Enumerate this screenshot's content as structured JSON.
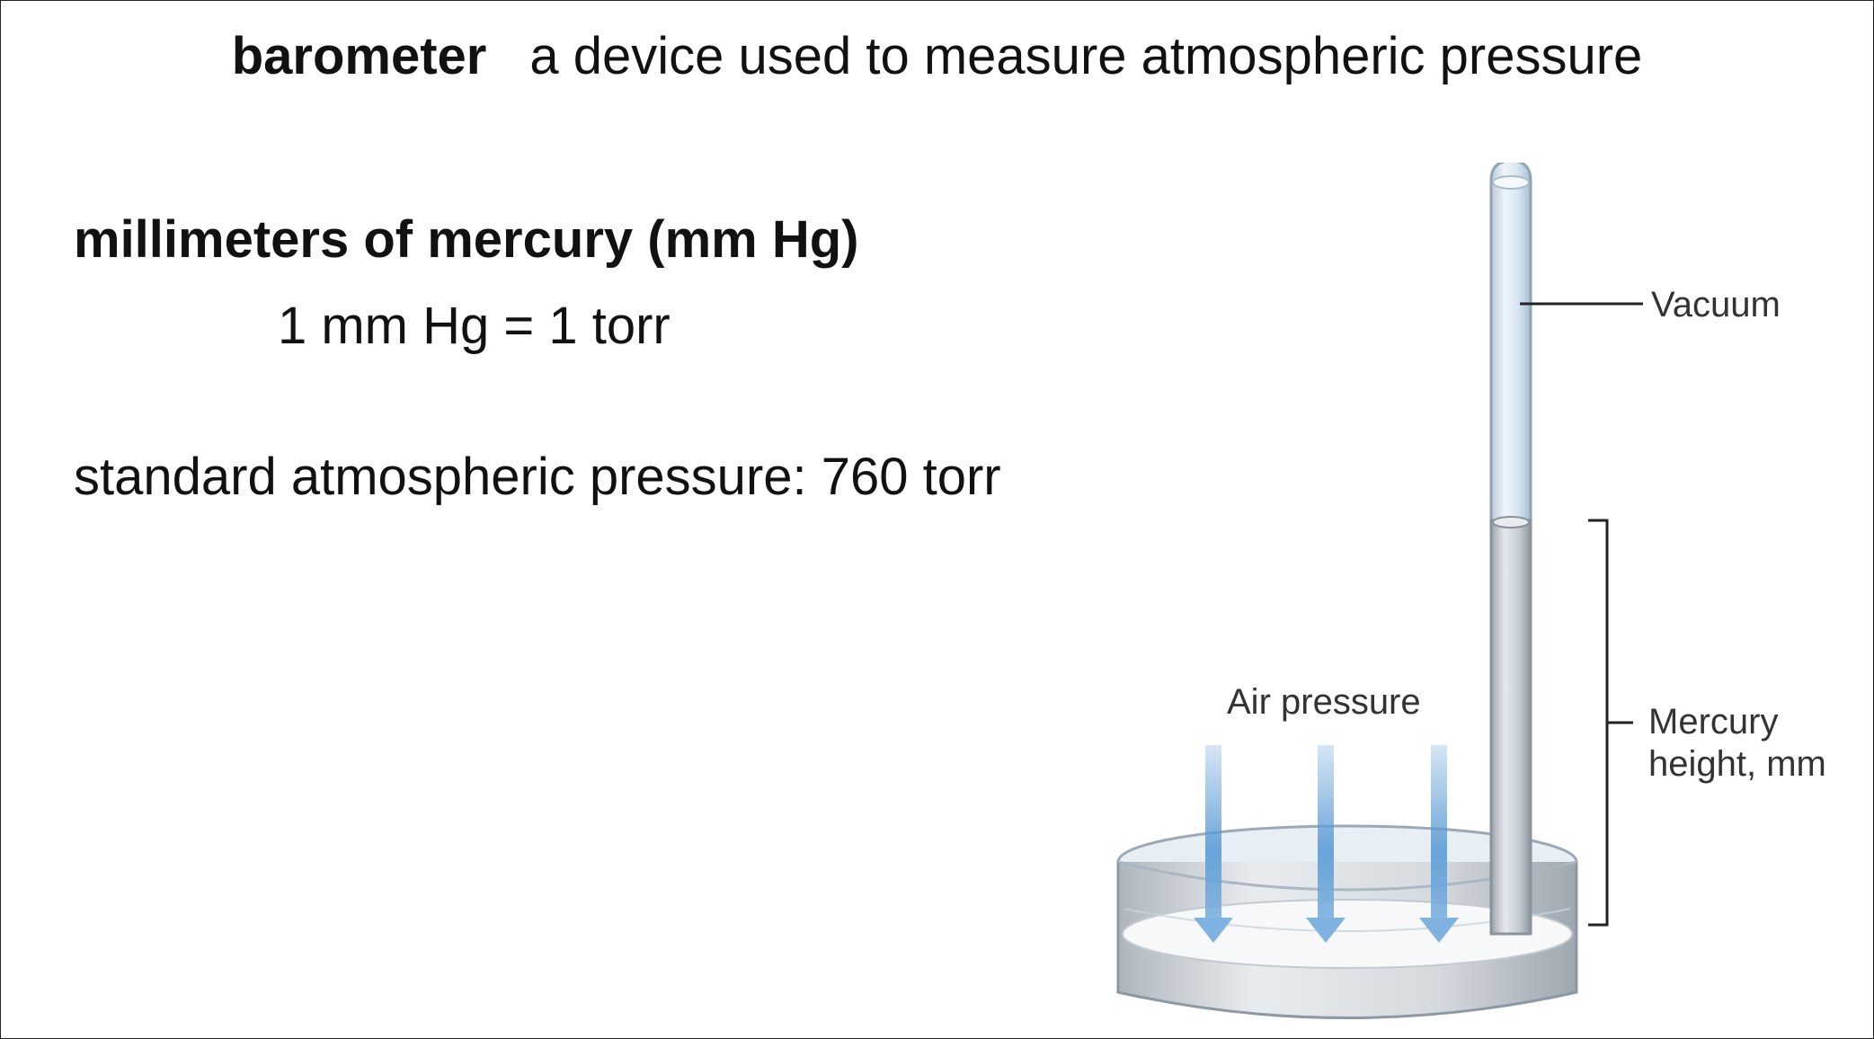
{
  "header": {
    "term": "barometer",
    "definition": "a device used to measure atmospheric pressure"
  },
  "content": {
    "unit_heading": "millimeters of mercury (mm Hg)",
    "equivalence": "1 mm Hg = 1 torr",
    "standard_pressure": "standard atmospheric pressure:  760 torr"
  },
  "diagram": {
    "labels": {
      "vacuum": "Vacuum",
      "air_pressure": "Air pressure",
      "mercury_height_line1": "Mercury",
      "mercury_height_line2": "height, mm"
    },
    "colors": {
      "arrow": "#5b9bd5",
      "glass": "#dbe8f2",
      "mercury": "#c9ced4"
    }
  }
}
